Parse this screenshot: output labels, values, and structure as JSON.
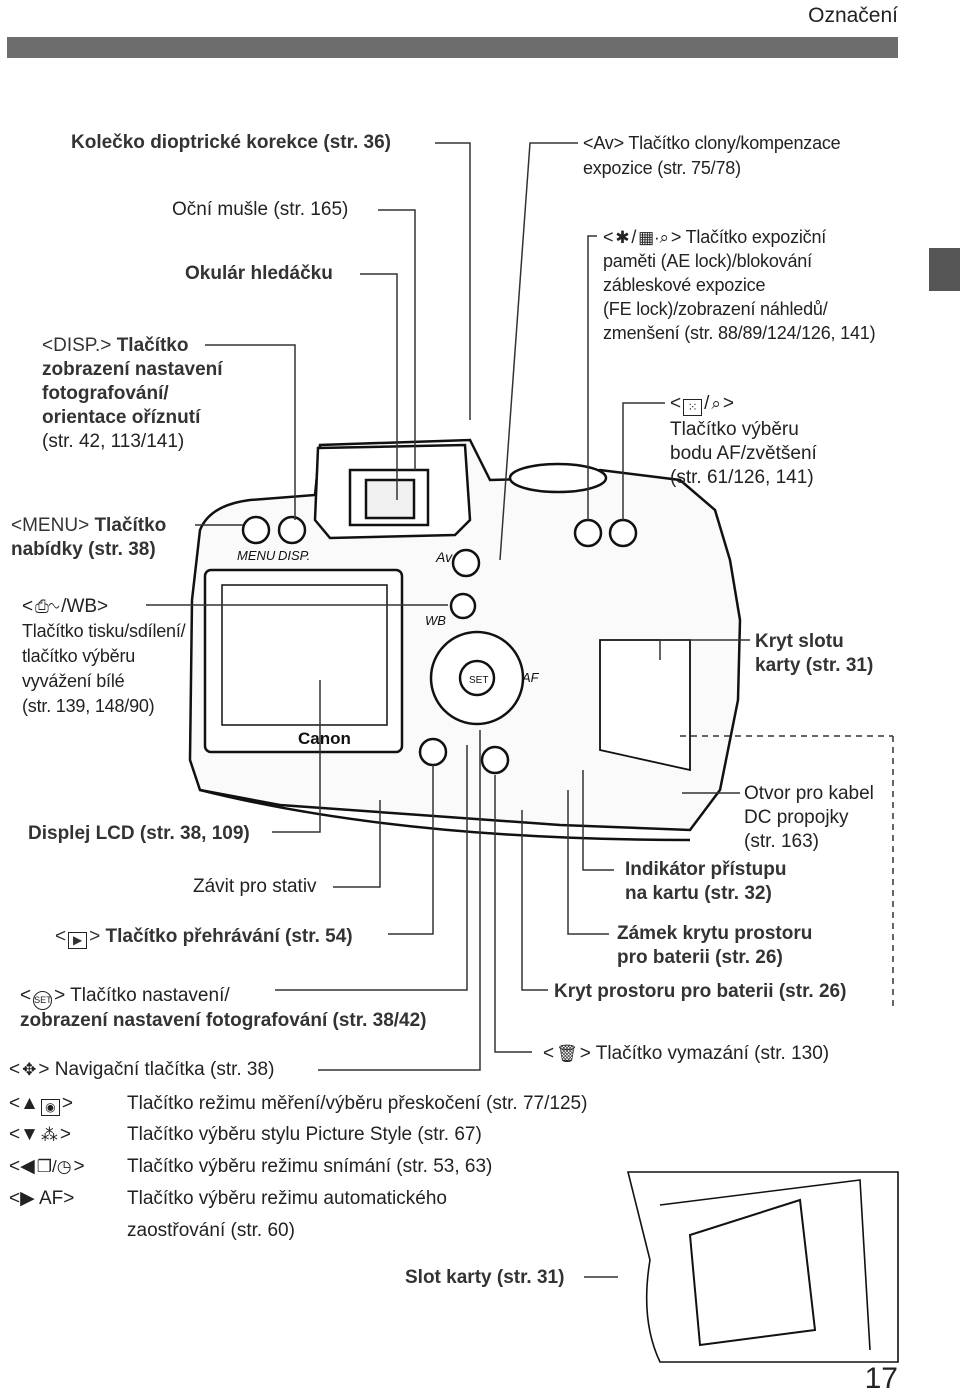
{
  "header": {
    "title": "Označení"
  },
  "page_number": "17",
  "icons": {
    "av": "Av",
    "disp": "DISP.",
    "menu": "MENU",
    "wb": "WB",
    "af": "AF",
    "print": "⎙∿",
    "star": "✱",
    "zoom_out": "▦·⌕",
    "af_point": "⁙",
    "zoom_in": "⌕",
    "set": "SET",
    "cross": "✥",
    "up": "▲",
    "down": "▼",
    "left": "◀",
    "right": "▶",
    "metering": "◉",
    "style": "⁂",
    "drive": "❐/◷",
    "play": "▶",
    "trash": "🗑",
    "lt": "<",
    "gt": ">"
  },
  "labels": {
    "diopter": "Kolečko dioptrické korekce (str. 36)",
    "eyecup": "Oční mušle (str. 165)",
    "eyepiece": "Okulár hledáčku",
    "disp_1": "Tlačítko",
    "disp_2": "zobrazení nastavení",
    "disp_3": "fotografování/",
    "disp_4": "orientace oříznutí",
    "disp_5": "(str. 42, 113/141)",
    "menu_1": "Tlačítko",
    "menu_2": "nabídky (str. 38)",
    "print_1": "Tlačítko tisku/sdílení/",
    "print_2": "tlačítko výběru",
    "print_3": "vyvážení bílé",
    "print_4": "(str. 139, 148/90)",
    "av_1": "Tlačítko clony/kompenzace",
    "av_2": "expozice (str. 75/78)",
    "ael_1": "Tlačítko expoziční",
    "ael_2": "paměti (AE lock)/blokování",
    "ael_3": "zábleskové expozice",
    "ael_4": "(FE lock)/zobrazení náhledů/",
    "ael_5": "zmenšení (str. 88/89/124/126, 141)",
    "afp_1": "Tlačítko výběru",
    "afp_2": "bodu AF/zvětšení",
    "afp_3": "(str. 61/126, 141)",
    "cover_1": "Kryt slotu",
    "cover_2": "karty (str. 31)",
    "dc_1": "Otvor pro kabel",
    "dc_2": "DC propojky",
    "dc_3": "(str. 163)",
    "lcd": "Displej LCD (str. 38, 109)",
    "tripod": "Závit pro stativ",
    "access_1": "Indikátor přístupu",
    "access_2": "na kartu (str. 32)",
    "play": "Tlačítko přehrávání (str. 54)",
    "lock_1": "Zámek krytu prostoru",
    "lock_2": "pro baterii (str. 26)",
    "set_1": "Tlačítko nastavení/",
    "set_2": "zobrazení nastavení fotografování (str. 38/42)",
    "battery": "Kryt prostoru pro baterii (str. 26)",
    "erase": "Tlačítko vymazání (str. 130)",
    "nav": "Navigační tlačítka (str. 38)",
    "nav_up": "Tlačítko režimu měření/výběru přeskočení (str. 77/125)",
    "nav_down": "Tlačítko výběru stylu Picture Style (str. 67)",
    "nav_left": "Tlačítko výběru režimu snímání (str. 53, 63)",
    "nav_right_1": "Tlačítko výběru režimu automatického",
    "nav_right_2": "zaostřování (str. 60)",
    "slot": "Slot karty (str. 31)",
    "brand": "Canon"
  }
}
